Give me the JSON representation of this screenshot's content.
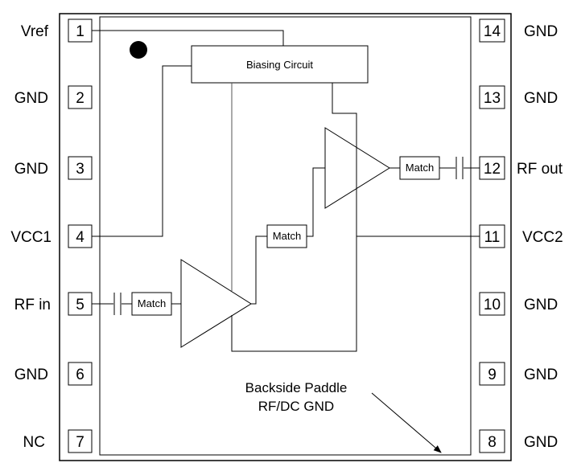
{
  "pins": [
    {
      "num": "1",
      "label": "Vref"
    },
    {
      "num": "2",
      "label": "GND"
    },
    {
      "num": "3",
      "label": "GND"
    },
    {
      "num": "4",
      "label": "VCC1"
    },
    {
      "num": "5",
      "label": "RF in"
    },
    {
      "num": "6",
      "label": "GND"
    },
    {
      "num": "7",
      "label": "NC"
    },
    {
      "num": "8",
      "label": "GND"
    },
    {
      "num": "9",
      "label": "GND"
    },
    {
      "num": "10",
      "label": "GND"
    },
    {
      "num": "11",
      "label": "VCC2"
    },
    {
      "num": "12",
      "label": "RF out"
    },
    {
      "num": "13",
      "label": "GND"
    },
    {
      "num": "14",
      "label": "GND"
    }
  ],
  "blocks": {
    "biasing": "Biasing Circuit",
    "match_in": "Match",
    "match_inter": "Match",
    "match_out": "Match"
  },
  "paddle": {
    "line1": "Backside Paddle",
    "line2": "RF/DC GND"
  }
}
